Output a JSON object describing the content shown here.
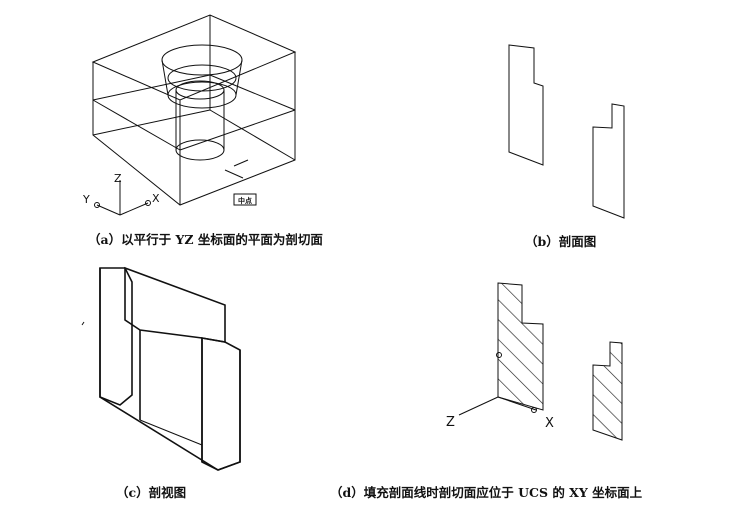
{
  "captions": {
    "a": "（a）以平行于 YZ 坐标面的平面为剖切面",
    "b": "（b）剖面图",
    "c": "（c）剖视图",
    "d": "（d）填充剖面线时剖切面应位于 UCS 的 XY 坐标面上"
  },
  "labels": {
    "midpoint_tag": "中点",
    "axis_y": "Y",
    "axis_z": "Z",
    "axis_x": "X",
    "axis_d_z": "Z",
    "axis_d_x": "X"
  }
}
